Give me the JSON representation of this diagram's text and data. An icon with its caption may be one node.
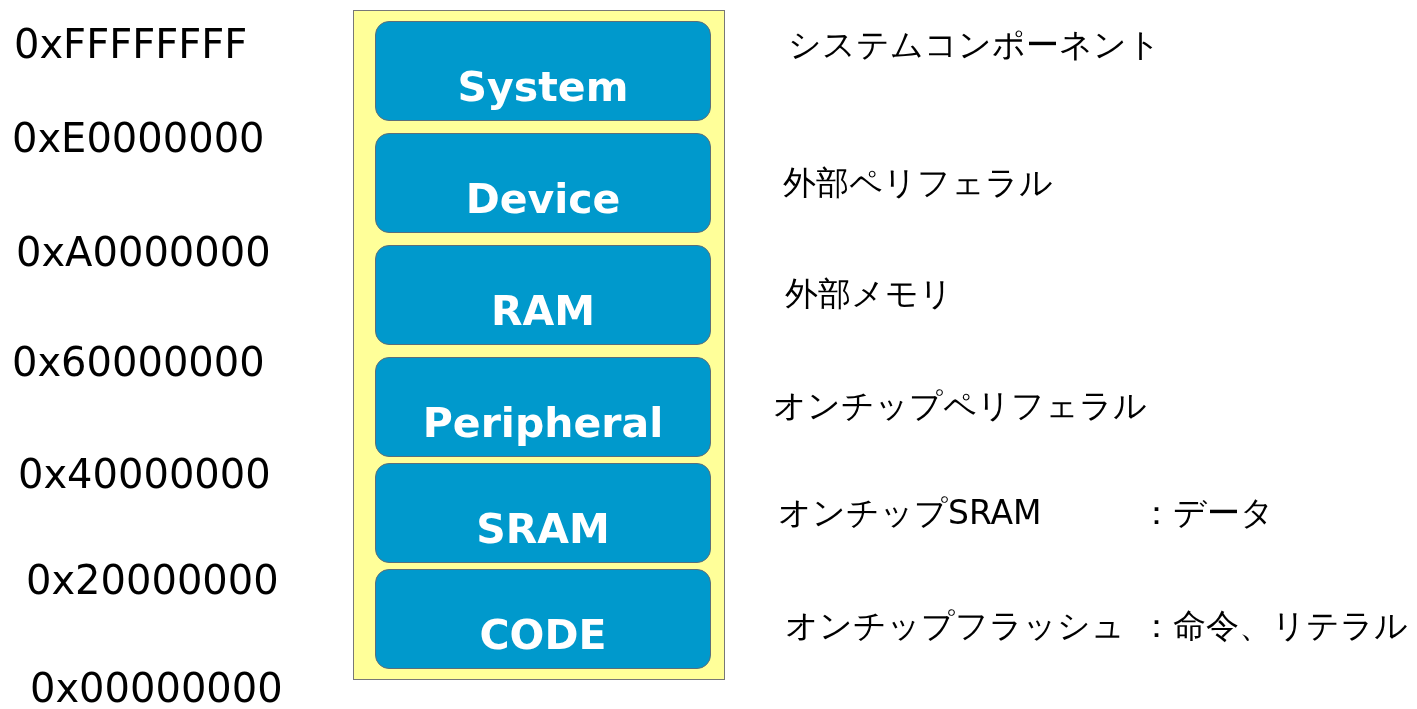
{
  "diagram": {
    "nodes": [
      {
        "text": [],
        "shape": "box"
      },
      {
        "text": [
          "System"
        ],
        "in": 0
      },
      {
        "text": [
          "Device"
        ],
        "in": 0
      },
      {
        "text": [
          "RAM"
        ],
        "in": 0
      },
      {
        "text": [
          "Peripheral"
        ],
        "in": 0
      },
      {
        "text": [
          "SRAM"
        ],
        "in": 0
      },
      {
        "text": [
          "CODE"
        ],
        "in": 0
      }
    ],
    "labels": [
      "0xFFFFFFFF",
      "システムコンポーネント",
      "0xE0000000",
      "外部ペリフェラル",
      "0xA0000000",
      "外部メモリ",
      "0x60000000",
      "オンチップペリフェラル",
      "0x40000000",
      "オンチップSRAM",
      "：データ",
      "0x20000000",
      "オンチップフラッシュ",
      "：命令、リテラル",
      "0x00000000"
    ]
  }
}
